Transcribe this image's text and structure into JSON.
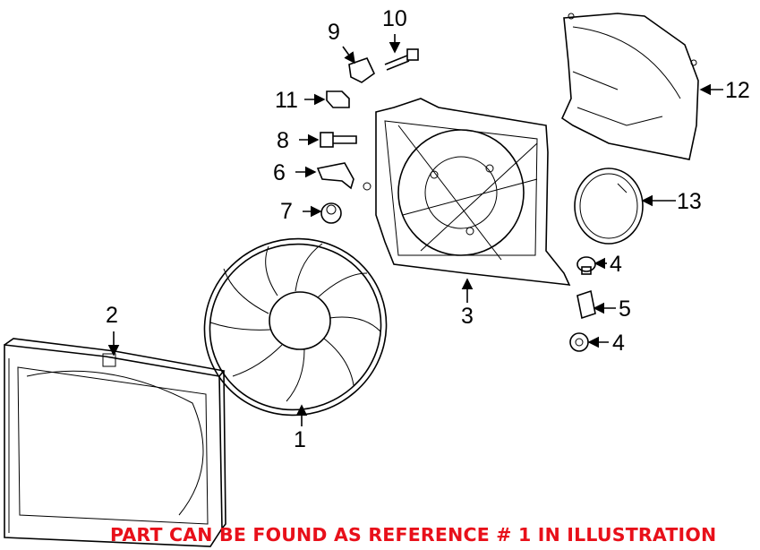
{
  "diagram": {
    "callouts": [
      {
        "id": "c9",
        "label": "9"
      },
      {
        "id": "c10",
        "label": "10"
      },
      {
        "id": "c11",
        "label": "11"
      },
      {
        "id": "c8",
        "label": "8"
      },
      {
        "id": "c6",
        "label": "6"
      },
      {
        "id": "c7",
        "label": "7"
      },
      {
        "id": "c12",
        "label": "12"
      },
      {
        "id": "c13",
        "label": "13"
      },
      {
        "id": "c4a",
        "label": "4"
      },
      {
        "id": "c5",
        "label": "5"
      },
      {
        "id": "c4b",
        "label": "4"
      },
      {
        "id": "c3",
        "label": "3"
      },
      {
        "id": "c2",
        "label": "2"
      },
      {
        "id": "c1",
        "label": "1"
      }
    ],
    "footer_note": "PART CAN BE FOUND AS REFERENCE # 1 IN ILLUSTRATION",
    "footer_color": "#e8101a"
  }
}
